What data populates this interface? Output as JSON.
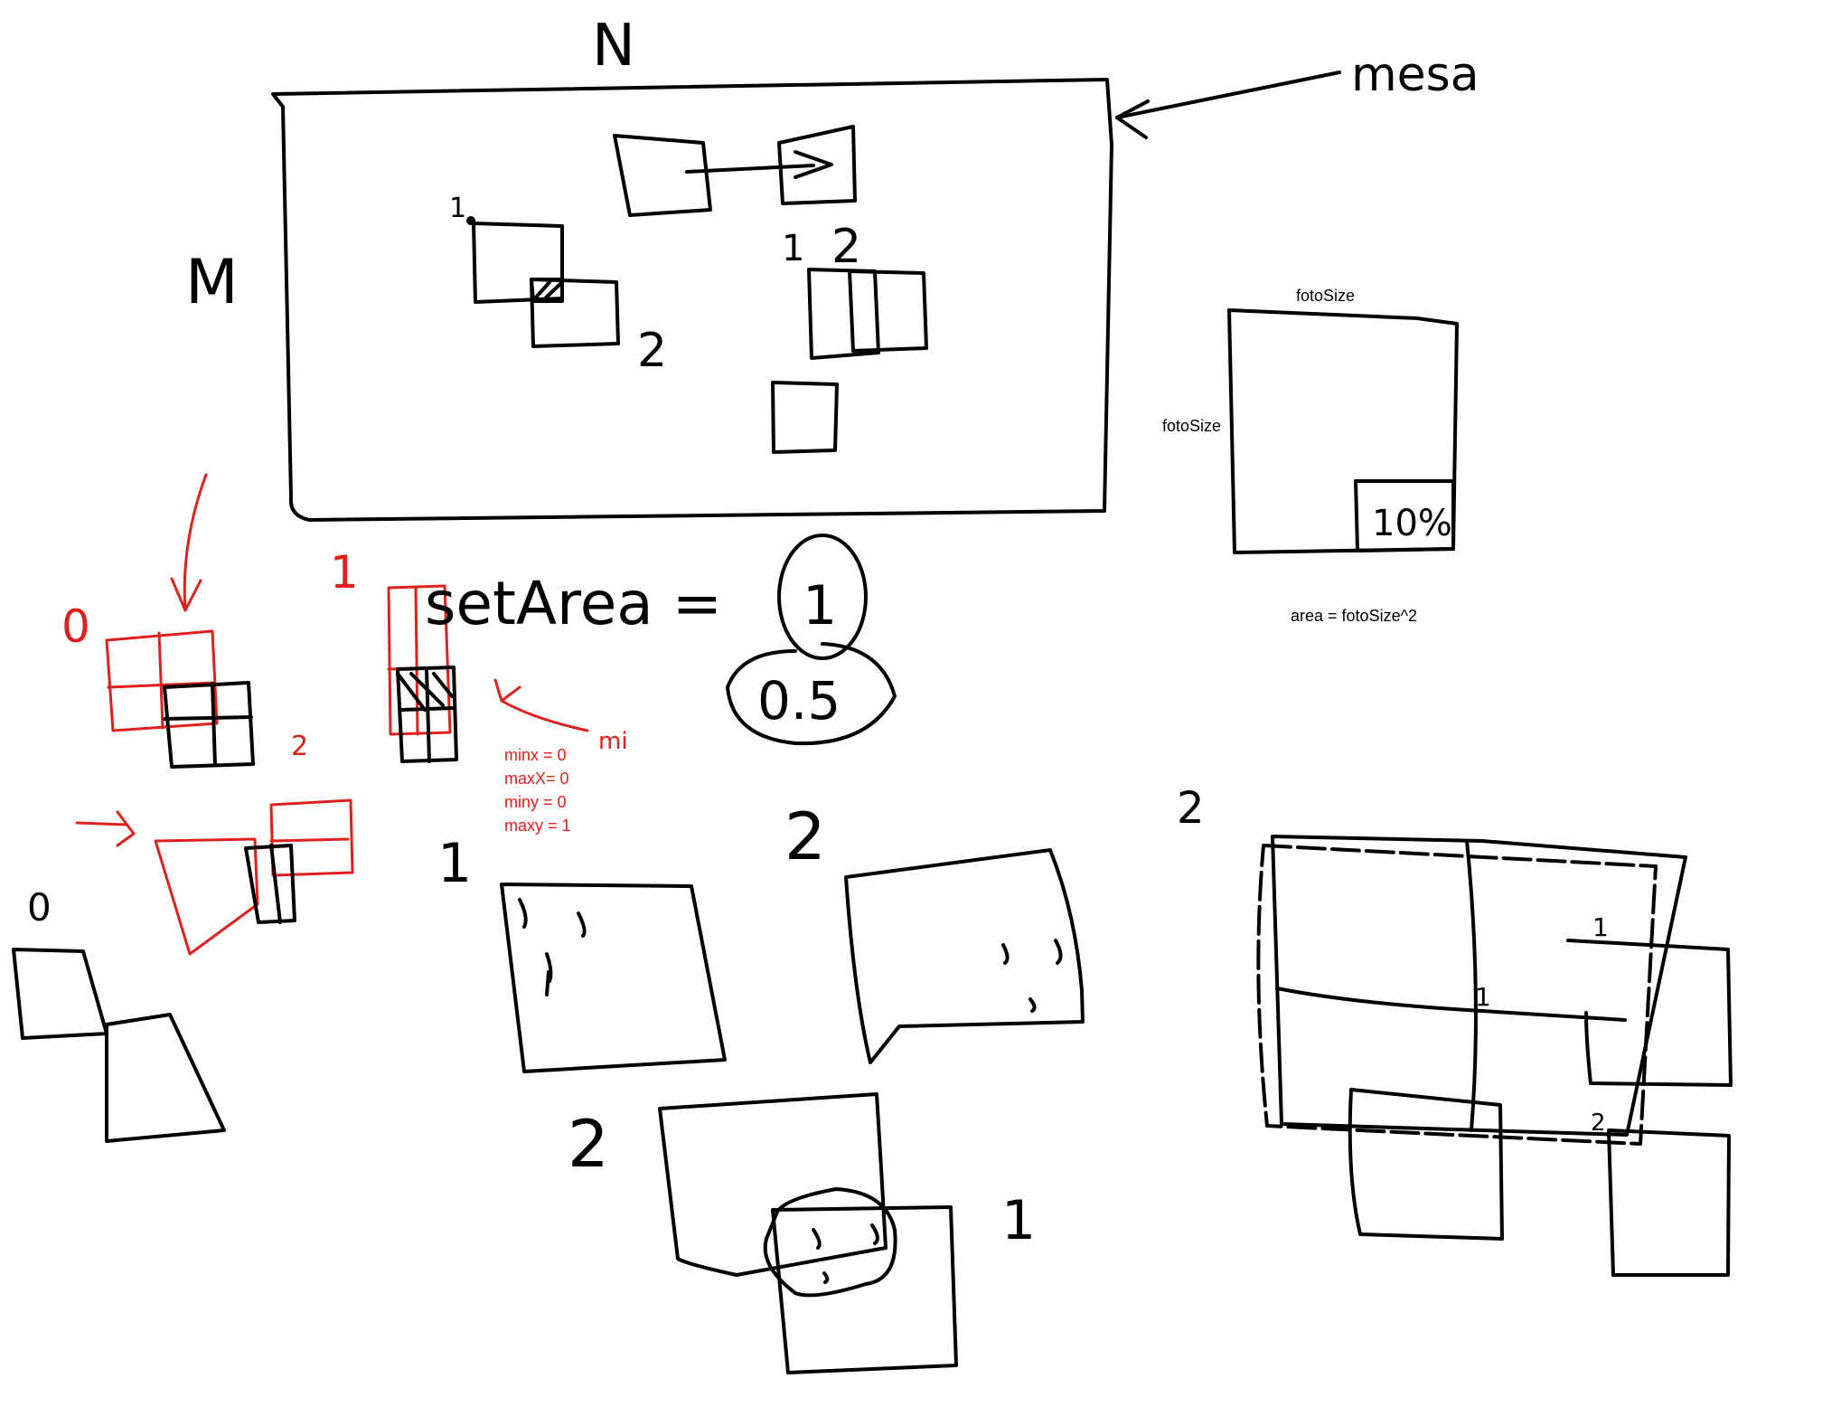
{
  "colors": {
    "ink_black": "#000000",
    "ink_red": "#e0201c"
  },
  "labels": {
    "north": "N",
    "side_m": "M",
    "table_arrow_label": "mesa",
    "inner_1": "1",
    "inner_2": "2",
    "inner_right_1": "1",
    "inner_right_2": "2",
    "red_zero_top": "0",
    "red_one": "1",
    "red_two": "2",
    "red_trailing": "mi",
    "black_zero": "0",
    "mid_1": "1",
    "mid_2": "2",
    "bottom_2": "2",
    "bottom_1": "1",
    "right_2": "2",
    "set_area_text": "setArea =",
    "set_area_opt1": "1",
    "set_area_opt2": "0.5",
    "corner_pct": "10%",
    "small_1a": "1",
    "small_1b": "1",
    "small_2": "2"
  },
  "photo_size": {
    "top_label": "fotoSize",
    "side_label": "fotoSize",
    "area_formula": "area = fotoSize^2"
  },
  "bounds": [
    "minx = 0",
    "maxX= 0",
    "miny = 0",
    "maxy = 1"
  ]
}
